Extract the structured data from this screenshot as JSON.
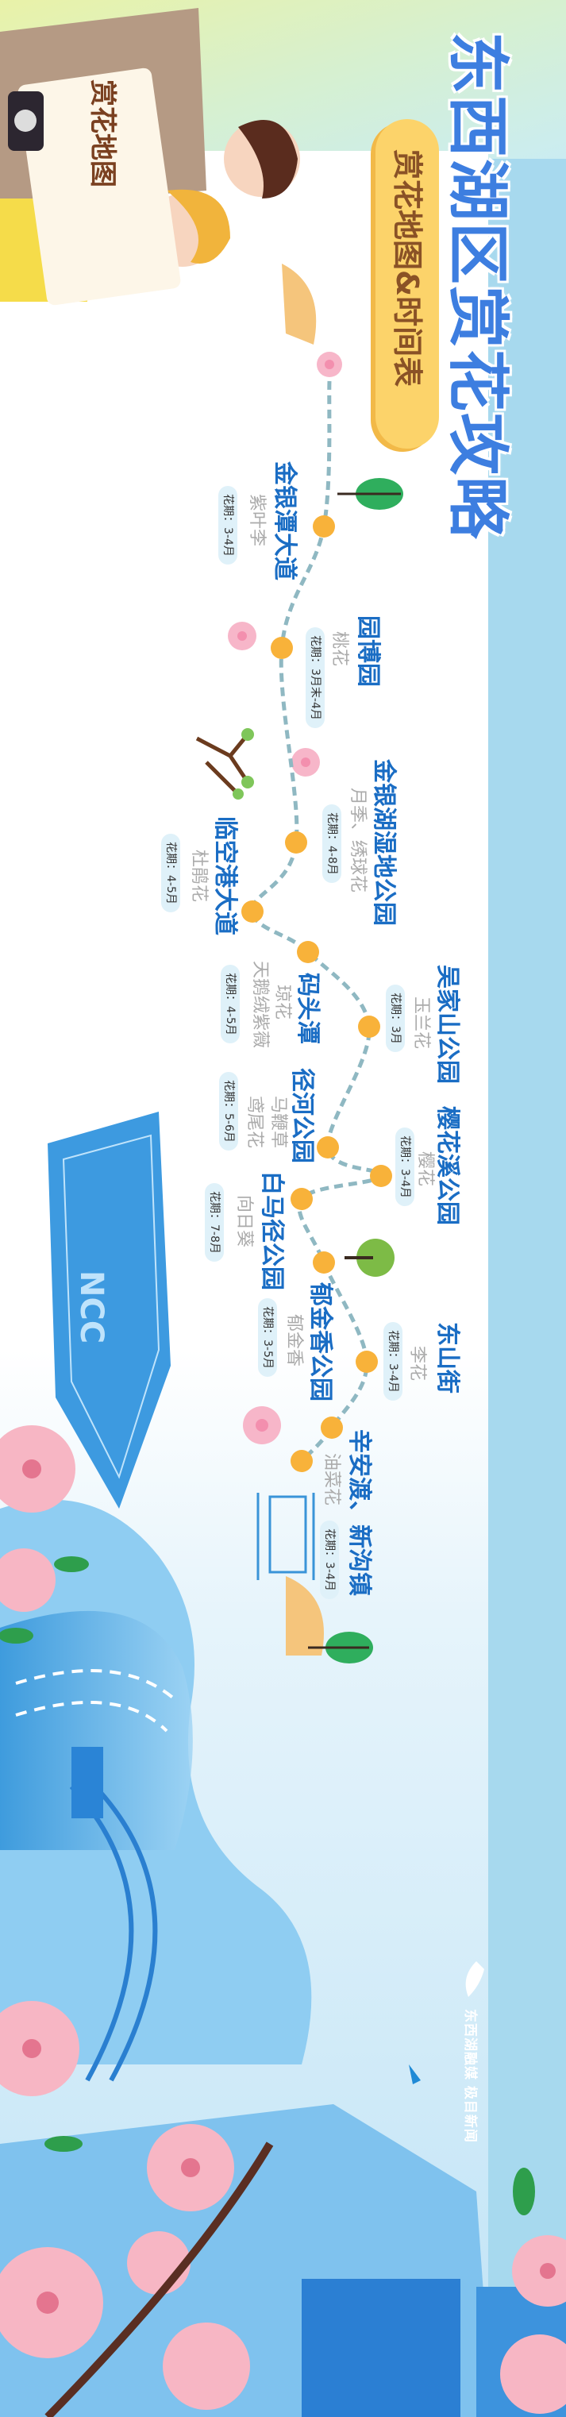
{
  "header": {
    "title": "东西湖区赏花攻略",
    "subtitle": "赏花地图&时间表",
    "sign_text": "赏花地图"
  },
  "stops": [
    {
      "name": "金银潭大道",
      "flowers": [
        "紫叶李"
      ],
      "period": "花期：3-4月"
    },
    {
      "name": "园博园",
      "flowers": [
        "桃花"
      ],
      "period": "花期：3月末-4月"
    },
    {
      "name": "金银湖湿地公园",
      "flowers": [
        "月季、绣球花"
      ],
      "period": "花期：4-8月"
    },
    {
      "name": "临空港大道",
      "flowers": [
        "杜鹃花"
      ],
      "period": "花期：4-5月"
    },
    {
      "name": "码头潭",
      "flowers": [
        "琼花",
        "天鹅绒紫薇"
      ],
      "period": "花期：4-5月"
    },
    {
      "name": "吴家山公园",
      "flowers": [
        "玉兰花"
      ],
      "period": "花期：3月"
    },
    {
      "name": "径河公园",
      "flowers": [
        "马鞭草",
        "鸢尾花"
      ],
      "period": "花期：5-6月"
    },
    {
      "name": "樱花溪公园",
      "flowers": [
        "樱花"
      ],
      "period": "花期：3-4月"
    },
    {
      "name": "白马径公园",
      "flowers": [
        "向日葵"
      ],
      "period": "花期：7-8月"
    },
    {
      "name": "郁金香公园",
      "flowers": [
        "郁金香"
      ],
      "period": "花期：3-5月"
    },
    {
      "name": "东山街",
      "flowers": [
        "李花"
      ],
      "period": "花期：3-4月"
    },
    {
      "name": "辛安渡、新沟镇",
      "flowers": [
        "油菜花"
      ],
      "period": "花期：3-4月"
    }
  ],
  "building_label": "NCC",
  "footer": {
    "logo_text": "东西湖融媒  极目新闻"
  },
  "colors": {
    "title": "#3d7ee0",
    "stop_name": "#1a6dc4",
    "dot": "#f8b23a",
    "path": "#8fb8c2",
    "side_strip": "#a7d9ee"
  }
}
